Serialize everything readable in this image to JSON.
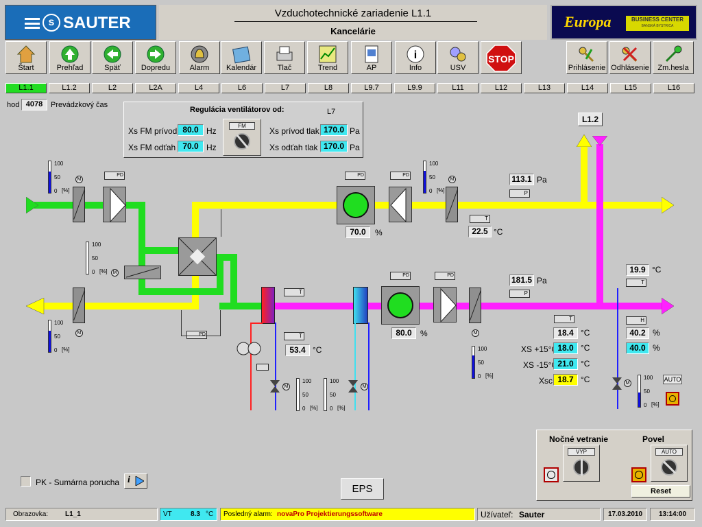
{
  "header": {
    "brand": "SAUTER",
    "title": "Vzduchotechnické zariadenie L1.1",
    "subtitle": "Kancelárie",
    "partner_logo": "Europa",
    "partner_tagline": "BUSINESS CENTER",
    "partner_city": "BANSKÁ BYSTRICA"
  },
  "toolbar": {
    "items": [
      {
        "label": "Štart",
        "icon": "home-icon"
      },
      {
        "label": "Prehľad",
        "icon": "arrow-up-icon"
      },
      {
        "label": "Späť",
        "icon": "arrow-left-icon"
      },
      {
        "label": "Dopredu",
        "icon": "arrow-right-icon"
      },
      {
        "label": "Alarm",
        "icon": "alarm-bell-icon"
      },
      {
        "label": "Kalendár",
        "icon": "calendar-icon"
      },
      {
        "label": "Tlač",
        "icon": "printer-icon"
      },
      {
        "label": "Trend",
        "icon": "trend-chart-icon"
      },
      {
        "label": "AP",
        "icon": "ap-document-icon"
      },
      {
        "label": "Info",
        "icon": "info-icon"
      },
      {
        "label": "USV",
        "icon": "gears-icon"
      },
      {
        "label": "STOP",
        "icon": "stop-sign-icon"
      }
    ],
    "right": [
      {
        "label": "Prihlásenie",
        "icon": "key-login-icon"
      },
      {
        "label": "Odhlásenie",
        "icon": "key-logout-icon"
      },
      {
        "label": "Zm.hesla",
        "icon": "key-change-icon"
      }
    ]
  },
  "tabs": [
    "L1.1",
    "L1.2",
    "L2",
    "L2A",
    "L4",
    "L6",
    "L7",
    "L8",
    "L9.7",
    "L9.9",
    "L11",
    "L12",
    "L13",
    "L14",
    "L15",
    "L16"
  ],
  "hours": {
    "label": "hod",
    "value": "4078",
    "caption": "Prevádzkový čas"
  },
  "regulation": {
    "title": "Regulácia ventilátorov od:",
    "floor": "L7",
    "xs_fm_supply_label": "Xs FM prívod",
    "xs_fm_supply": "80.0",
    "xs_fm_exhaust_label": "Xs FM odťah",
    "xs_fm_exhaust": "70.0",
    "unit_hz": "Hz",
    "mode": "FM",
    "xs_pressure_supply_label": "Xs prívod tlak",
    "xs_pressure_supply": "170.0",
    "xs_pressure_exhaust_label": "Xs odťah tlak",
    "xs_pressure_exhaust": "170.0",
    "unit_pa": "Pa"
  },
  "diagram": {
    "link_label": "L1.2",
    "exhaust_pressure": "113.1",
    "supply_pressure": "181.5",
    "unit_pa": "Pa",
    "exhaust_fan_speed": "70.0",
    "supply_fan_speed": "80.0",
    "percent": "%",
    "exhaust_temp": "22.5",
    "heater_return_temp": "53.4",
    "supply_temp": "18.4",
    "room_temp": "19.9",
    "room_humidity": "40.2",
    "humidity_setpoint": "40.0",
    "celsius": "°C",
    "xs_plus15_label": "XS +15°C",
    "xs_plus15": "18.0",
    "xs_minus15_label": "XS -15°C",
    "xs_minus15": "21.0",
    "xsc_label": "Xsc",
    "xsc": "18.7",
    "auto_badge": "AUTO",
    "tag_pd": "PD",
    "tag_t": "T",
    "tag_p": "P",
    "tag_h": "H",
    "tag_m": "M",
    "gauge_max": "100",
    "gauge_mid": "50",
    "gauge_min": "0",
    "gauge_unit": "[%]",
    "gauge_levels": {
      "fresh_damper": 0.68,
      "exhaust_damper": 0.68,
      "recirc_damper": 0.0,
      "exhaust_fan_damper": 0.7,
      "supply_damper": 0.72,
      "heater_valve": 0.0,
      "cooler_valve": 0.0,
      "humidifier_valve": 0.45
    }
  },
  "fault": {
    "label": "PK - Sumárna porucha"
  },
  "eps_label": "EPS",
  "night": {
    "title": "Nočné vetranie",
    "state": "VYP"
  },
  "command": {
    "title": "Povel",
    "state": "AUTO",
    "reset": "Reset"
  },
  "status": {
    "screen_label": "Obrazovka:",
    "screen": "L1_1",
    "vt_label": "VT",
    "vt_value": "8.3",
    "vt_unit": "°C",
    "alarm_label": "Posledný alarm:",
    "alarm_text": "novaPro Projektierungssoftware",
    "user_label": "Užívateľ:",
    "user": "Sauter",
    "date": "17.03.2010",
    "time": "13:14:00"
  },
  "colors": {
    "supply": "#ffff00",
    "fresh": "#20dd20",
    "exhaust": "#ff20ff",
    "gauge": "#1010e0",
    "value_bg": "#40e8f0",
    "active_tab": "#22dd22"
  }
}
